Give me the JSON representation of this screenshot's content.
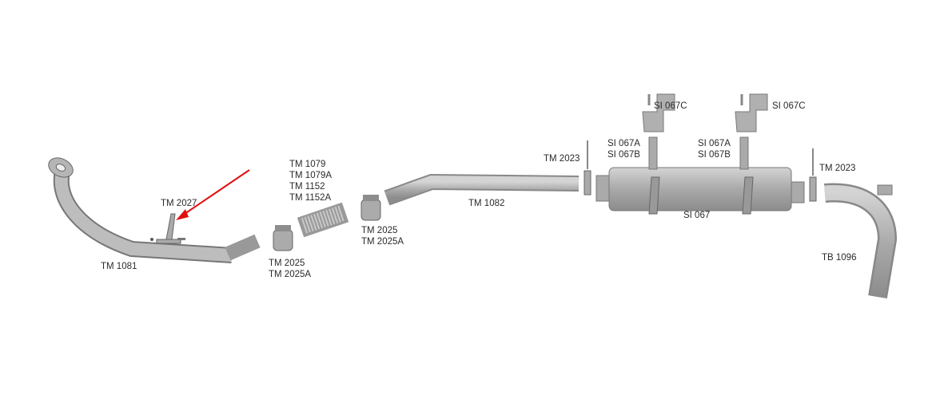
{
  "parts": {
    "tm1081": "TM 1081",
    "tm2027": "TM 2027",
    "clamp_left": [
      "TM 2025",
      "TM 2025A"
    ],
    "flex_pipe": [
      "TM 1079",
      "TM 1079A",
      "TM 1152",
      "TM 1152A"
    ],
    "clamp_right": [
      "TM 2025",
      "TM 2025A"
    ],
    "tm1082": "TM 1082",
    "tm2023_left": "TM 2023",
    "si067c_left": "SI 067C",
    "si067c_right": "SI 067C",
    "hanger_left": [
      "SI 067A",
      "SI 067B"
    ],
    "hanger_right": [
      "SI 067A",
      "SI 067B"
    ],
    "si067": "SI 067",
    "tm2023_right": "TM 2023",
    "tb1096": "TB 1096"
  },
  "colors": {
    "part_fill": "#b0b0b0",
    "part_stroke": "#6e6e6e",
    "arrow": "#e01010",
    "label": "#2a2a2a"
  }
}
